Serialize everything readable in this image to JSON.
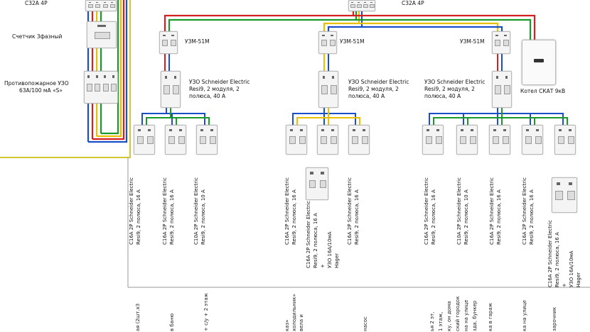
{
  "panel": {
    "top_label": "С32А 4Р",
    "meter_label": "Счетчик 3фазный",
    "fire_rcd_line1": "Противопожарное УЗО",
    "fire_rcd_line2": "63А/100 мА «S»"
  },
  "main": {
    "main_breaker_label": "С32А 4Р",
    "boiler_label": "Котел СКАТ 9кВ",
    "groups": [
      {
        "uzm_label": "УЗМ-51М",
        "rcd_line1": "УЗО Schneider Electric",
        "rcd_line2": "Resi9, 2 модуля, 2",
        "rcd_line3": "полюса, 40 А",
        "breakers": [
          {
            "line1": "С16А 2Р Schneider Electric",
            "line2": "Resi9, 2 полюса, 16 А"
          },
          {
            "line1": "С16А 2Р Schneider Electric",
            "line2": "Resi9, 2 полюса, 16 А"
          },
          {
            "line1": "С10А 2Р Schneider Electric",
            "line2": "Resi9, 2 полюса, 10 А"
          }
        ],
        "consumers": [
          "ая (2шт.х3",
          "в баню",
          "+ с/у + 2 этаж"
        ]
      },
      {
        "uzm_label": "УЗМ-51М",
        "rcd_line1": "УЗО Schneider Electric",
        "rcd_line2": "Resi9, 2 модуля, 2",
        "rcd_line3": "полюса, 40 А",
        "breakers": [
          {
            "line1": "С16А 2Р Schneider Electric",
            "line2": "Resi9, 2 полюса, 16 А"
          },
          {
            "line1": "С16А 2Р Schneider Electric",
            "line2": "Resi9, 2 полюса, 16 А",
            "line3": "+",
            "line4": "УЗО 16А/10мА",
            "line5": "Hager"
          },
          {
            "line1": "С16А 2Р Schneider Electric",
            "line2": "Resi9, 2 полюса, 16 А"
          }
        ],
        "consumers": [
          "каз»",
          "холодильник»",
          "вела и",
          "насос"
        ]
      },
      {
        "uzm_label": "УЗМ-51М",
        "rcd_line1": "УЗО Schneider Electric",
        "rcd_line2": "Resi9, 2 модуля, 2",
        "rcd_line3": "полюса, 40 А",
        "breakers": [
          {
            "line1": "С16А 2Р Schneider Electric",
            "line2": "Resi9, 2 полюса, 16 А"
          },
          {
            "line1": "С10А 2Р Schneider Electric",
            "line2": "Resi9, 2 полюса, 10 А"
          },
          {
            "line1": "С16А 2Р Schneider Electric",
            "line2": "Resi9, 2 полюса, 16 А"
          },
          {
            "line1": "С16А 2Р Schneider Electric",
            "line2": "Resi9, 2 полюса, 16 А"
          },
          {
            "line1": "С16А 2Р Schneider Electric",
            "line2": "Resi9, 2 полюса, 16 А",
            "line3": "+",
            "line4": "УЗО 16А/10мА",
            "line5": "Hager"
          }
        ],
        "consumers": [
          "ья 2 эт,",
          "1 этаж,",
          "ку, он дома",
          "ский городок",
          "на на улице",
          "зда, бункер",
          "ка в гараж",
          "ка на улице",
          "зарочник"
        ]
      }
    ]
  },
  "wire_colors": {
    "red": "#d42020",
    "yellow": "#e8c000",
    "green": "#1a9a2a",
    "blue": "#1a4fc8",
    "box": "#d4c832"
  }
}
